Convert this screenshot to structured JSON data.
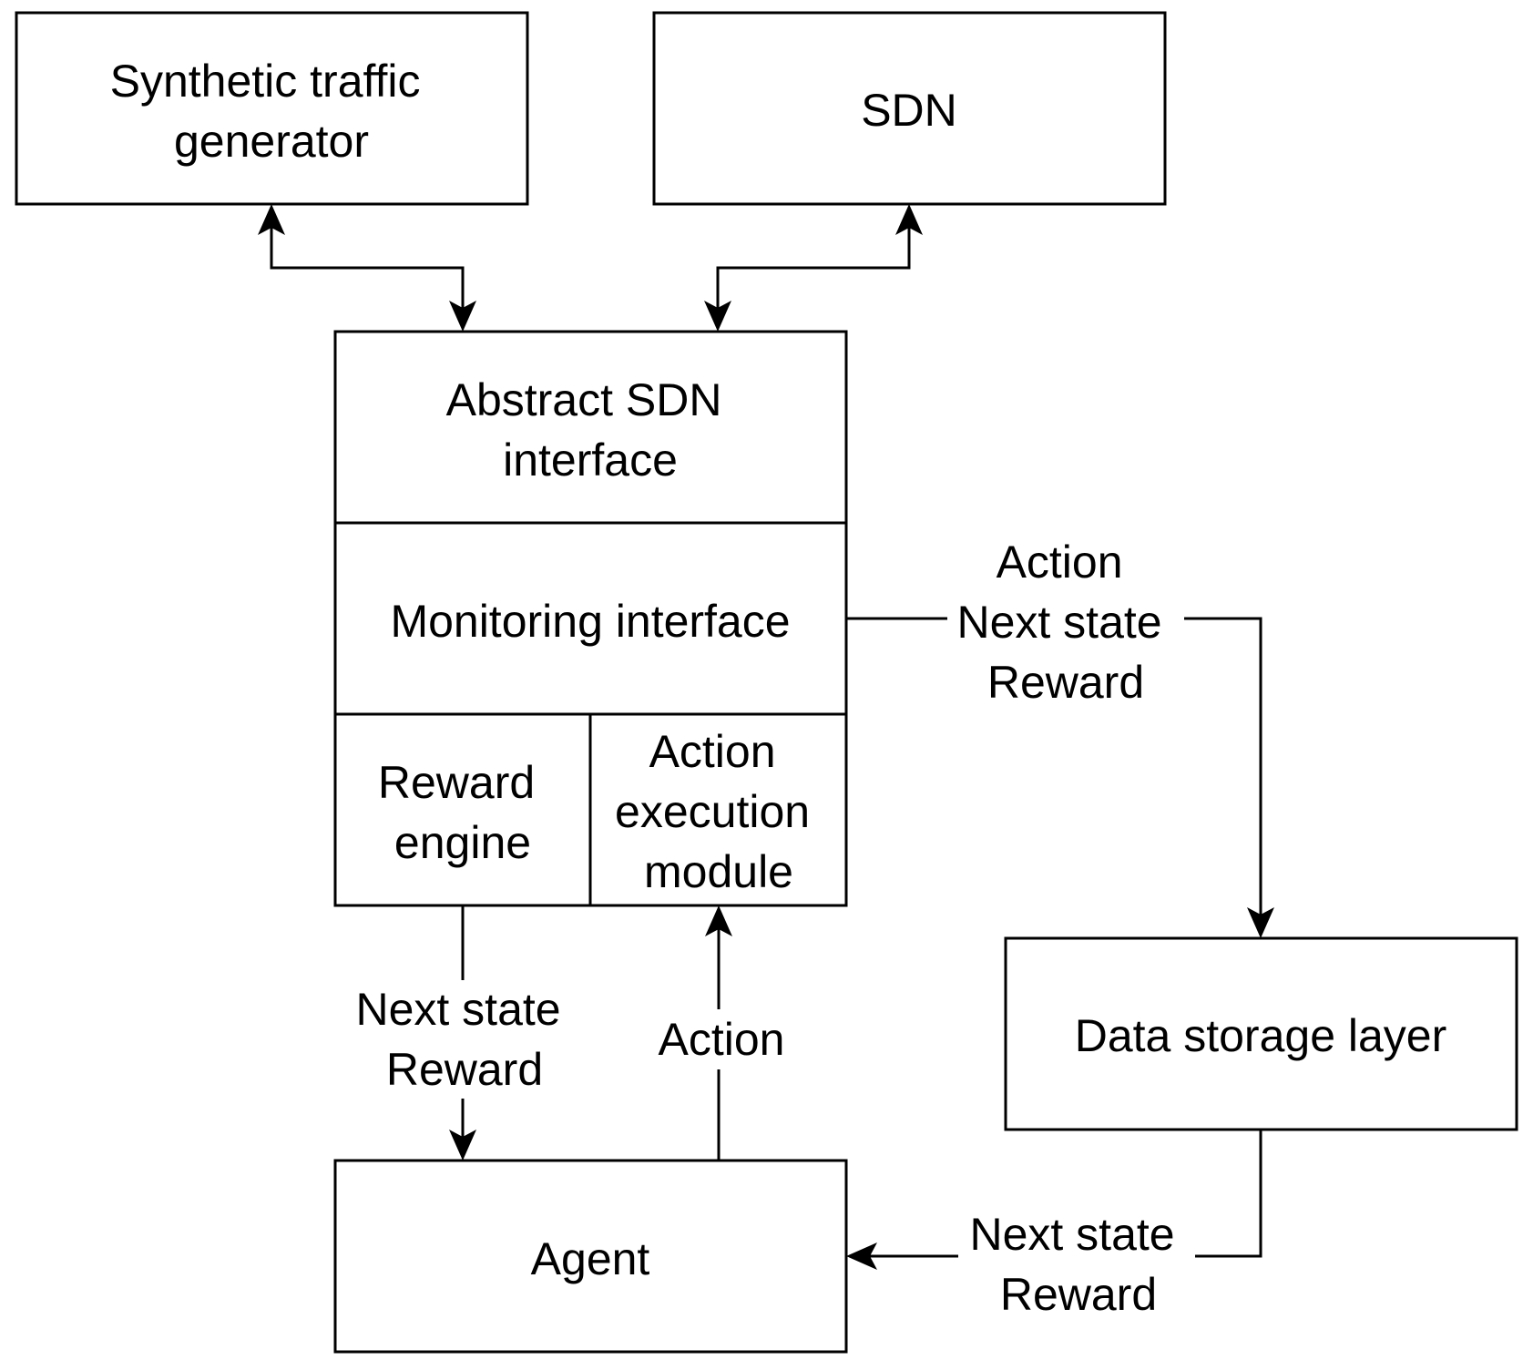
{
  "nodes": {
    "traffic_generator": [
      "Synthetic traffic",
      "generator"
    ],
    "sdn": [
      "SDN"
    ],
    "abstract_interface": [
      "Abstract SDN",
      "interface"
    ],
    "monitoring_interface": [
      "Monitoring interface"
    ],
    "reward_engine": [
      "Reward",
      "engine"
    ],
    "action_execution": [
      "Action",
      "execution",
      "module"
    ],
    "data_storage": [
      "Data storage layer"
    ],
    "agent": [
      "Agent"
    ]
  },
  "edges": {
    "monitoring_to_storage": [
      "Action",
      "Next state",
      "Reward"
    ],
    "reward_to_agent": [
      "Next state",
      "Reward"
    ],
    "agent_to_action": [
      "Action"
    ],
    "storage_to_agent": [
      "Next state",
      "Reward"
    ]
  }
}
